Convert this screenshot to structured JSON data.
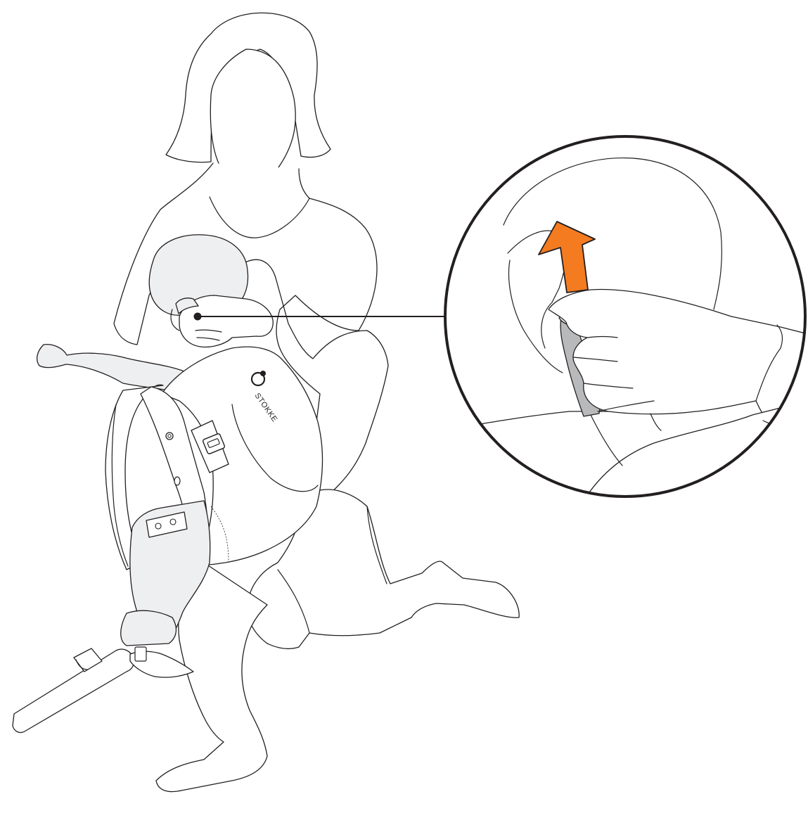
{
  "brand": {
    "logo_text": "STOKKE"
  },
  "colors": {
    "arrow": "#f47b20",
    "line": "#231f20",
    "fill_gray": "#eeeff0",
    "fill_dark_gray": "#b8b9bb",
    "background": "#ffffff"
  },
  "figure": {
    "subject": "adult-kneeling-with-child-in-carrier",
    "detail_callout": "hand-pulling-strap-tab-upward",
    "arrow_direction": "up"
  }
}
